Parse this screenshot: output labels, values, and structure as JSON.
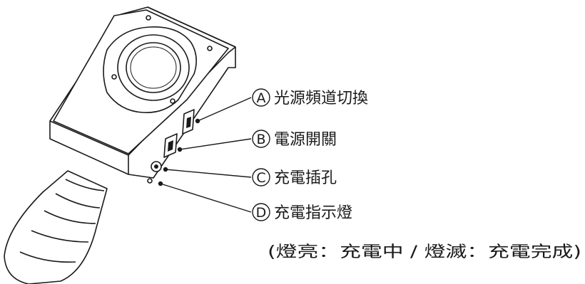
{
  "callouts": [
    {
      "letter": "A",
      "label": "光源頻道切換"
    },
    {
      "letter": "B",
      "label": "電源開關"
    },
    {
      "letter": "C",
      "label": "充電插孔"
    },
    {
      "letter": "D",
      "label": "充電指示燈"
    }
  ],
  "note": "(燈亮：充電中 / 燈滅：充電完成)"
}
